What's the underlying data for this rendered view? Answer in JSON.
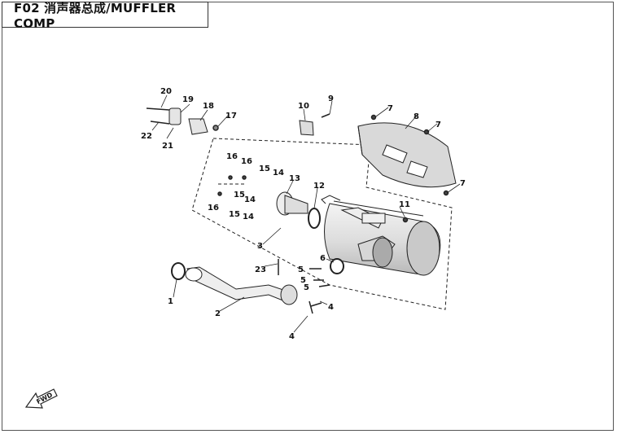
{
  "header": {
    "title": "F02 消声器总成/MUFFLER COMP"
  },
  "direction_label": "FWD",
  "callouts": [
    "20",
    "19",
    "18",
    "17",
    "22",
    "21",
    "10",
    "9",
    "7",
    "8",
    "7",
    "7",
    "16",
    "16",
    "15",
    "14",
    "13",
    "12",
    "15",
    "14",
    "16",
    "15",
    "14",
    "11",
    "3",
    "23",
    "5",
    "6",
    "5",
    "5",
    "1",
    "2",
    "4",
    "4"
  ],
  "colors": {
    "line": "#222222",
    "part_fill": "#e6e6e6",
    "shade": "#bdbdbd"
  }
}
